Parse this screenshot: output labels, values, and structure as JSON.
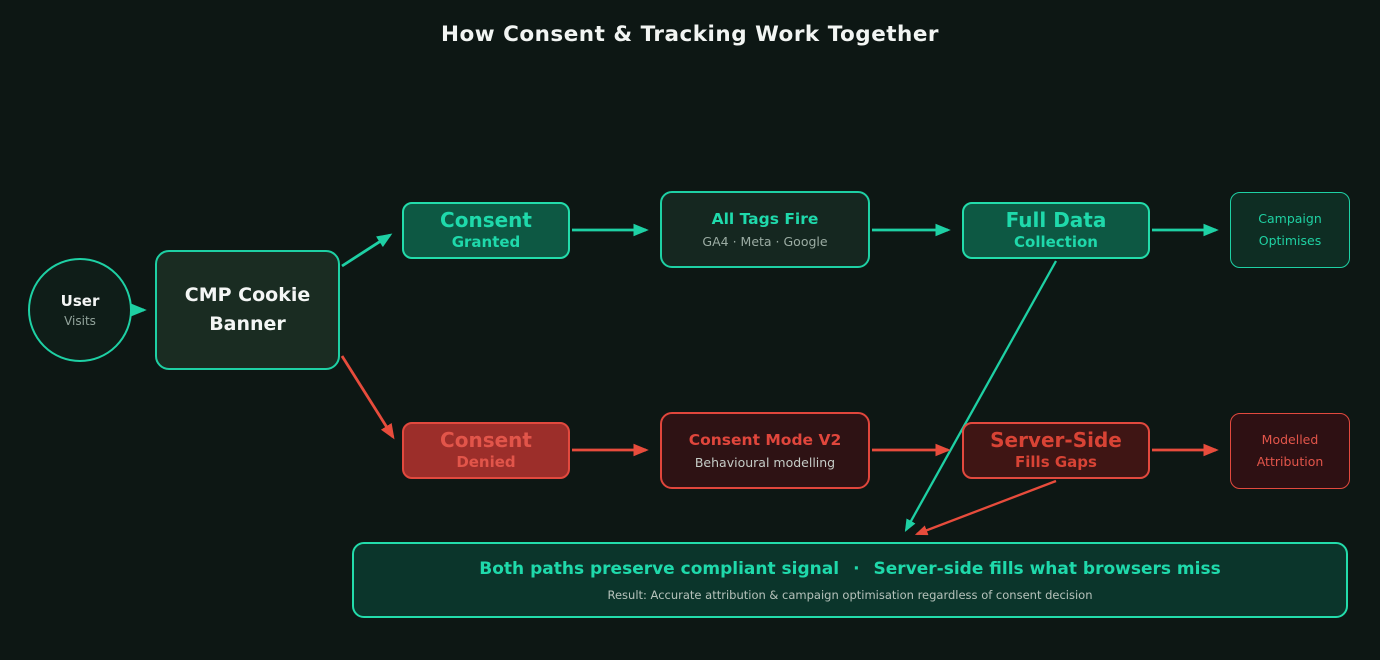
{
  "title": "How Consent & Tracking Work Together",
  "colors": {
    "background": "#0d1714",
    "teal_accent": "#1ed0a4",
    "teal_text": "#1fd9ab",
    "teal_fill": "#0d5843",
    "red_accent": "#e74c3c",
    "red_fill": "#9c2e2a",
    "dark_red_fill": "#2e1214"
  },
  "nodes": {
    "user": {
      "title": "User",
      "subtitle": "Visits"
    },
    "cmp": {
      "line1": "CMP Cookie",
      "line2": "Banner"
    },
    "granted": {
      "title": "Consent",
      "subtitle": "Granted"
    },
    "all_tags": {
      "title": "All Tags Fire",
      "subtitle": "GA4 · Meta · Google"
    },
    "full_data": {
      "title": "Full Data",
      "subtitle": "Collection"
    },
    "campaign": {
      "line1": "Campaign",
      "line2": "Optimises"
    },
    "denied": {
      "title": "Consent",
      "subtitle": "Denied"
    },
    "consent_mode": {
      "title": "Consent Mode V2",
      "subtitle": "Behavioural modelling"
    },
    "server_side": {
      "title": "Server-Side",
      "subtitle": "Fills Gaps"
    },
    "modelled": {
      "line1": "Modelled",
      "line2": "Attribution"
    },
    "summary": {
      "part1": "Both paths preserve compliant signal",
      "separator": "·",
      "part2": "Server-side fills what browsers miss",
      "subtitle": "Result: Accurate attribution & campaign optimisation regardless of consent decision"
    }
  }
}
